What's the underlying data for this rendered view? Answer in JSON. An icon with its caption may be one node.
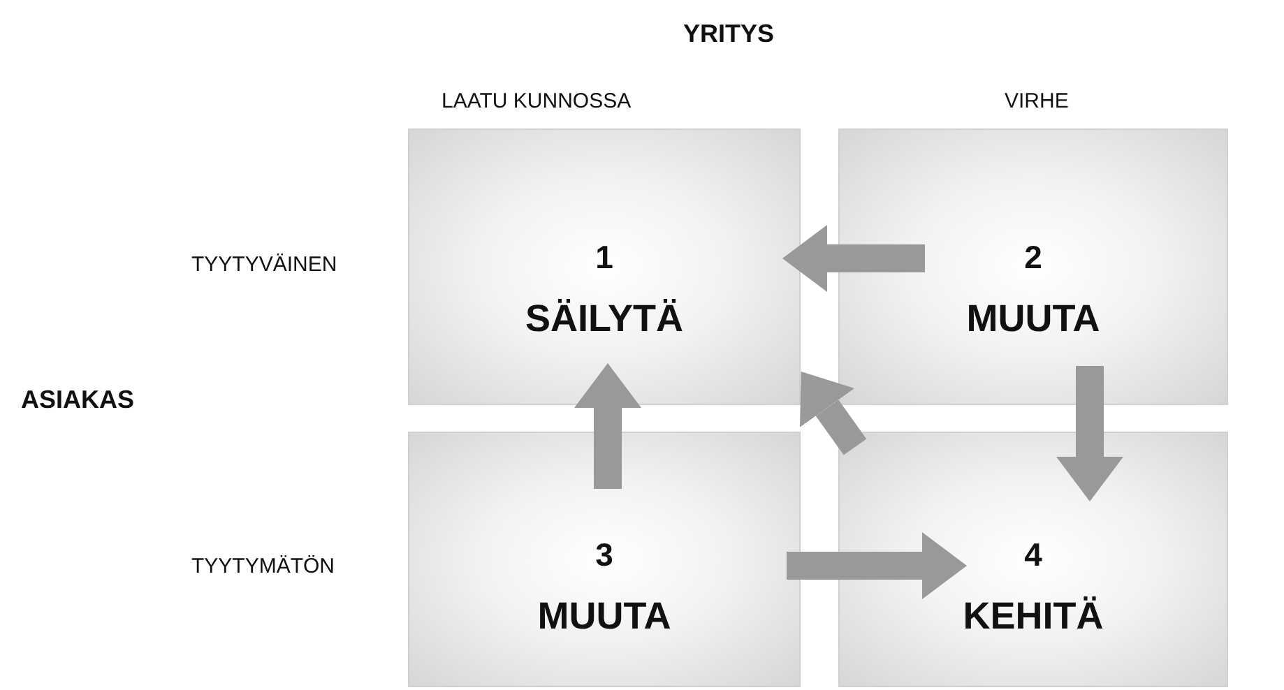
{
  "diagram": {
    "nodes": [
      {
        "text": [
          "1",
          "SÄILYTÄ"
        ]
      },
      {
        "text": [
          "2",
          "MUUTA"
        ]
      },
      {
        "text": [
          "3",
          "MUUTA"
        ]
      },
      {
        "text": [
          "4",
          "KEHITÄ"
        ]
      }
    ],
    "edges": [
      {
        "from": 1,
        "to": 0,
        "arrow": "to"
      },
      {
        "from": 2,
        "to": 0,
        "arrow": "to"
      },
      {
        "from": 3,
        "to": 0,
        "arrow": "to"
      },
      {
        "from": 1,
        "to": 3,
        "arrow": "to"
      },
      {
        "from": 2,
        "to": 3,
        "arrow": "to"
      }
    ],
    "labels": [
      "YRITYS",
      "LAATU KUNNOSSA",
      "VIRHE",
      "TYYTYVÄINEN",
      "ASIAKAS",
      "TYYTYMÄTÖN"
    ]
  }
}
